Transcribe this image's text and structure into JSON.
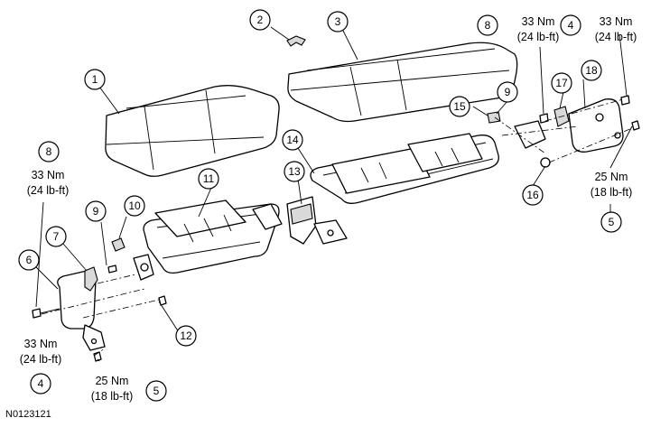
{
  "figure_id": "N0123121",
  "callouts": [
    {
      "id": "c1",
      "label": "1"
    },
    {
      "id": "c2",
      "label": "2"
    },
    {
      "id": "c3",
      "label": "3"
    },
    {
      "id": "c4a",
      "label": "4"
    },
    {
      "id": "c4b",
      "label": "4"
    },
    {
      "id": "c5a",
      "label": "5"
    },
    {
      "id": "c5b",
      "label": "5"
    },
    {
      "id": "c6",
      "label": "6"
    },
    {
      "id": "c7",
      "label": "7"
    },
    {
      "id": "c8a",
      "label": "8"
    },
    {
      "id": "c8b",
      "label": "8"
    },
    {
      "id": "c9a",
      "label": "9"
    },
    {
      "id": "c9b",
      "label": "9"
    },
    {
      "id": "c10",
      "label": "10"
    },
    {
      "id": "c11",
      "label": "11"
    },
    {
      "id": "c12",
      "label": "12"
    },
    {
      "id": "c13",
      "label": "13"
    },
    {
      "id": "c14",
      "label": "14"
    },
    {
      "id": "c15",
      "label": "15"
    },
    {
      "id": "c16",
      "label": "16"
    },
    {
      "id": "c17",
      "label": "17"
    },
    {
      "id": "c18",
      "label": "18"
    }
  ],
  "torque_specs": [
    {
      "id": "t8a",
      "nm": "33 Nm",
      "lbft": "(24 lb-ft)"
    },
    {
      "id": "t8b",
      "nm": "33 Nm",
      "lbft": "(24 lb-ft)"
    },
    {
      "id": "t4a",
      "nm": "33 Nm",
      "lbft": "(24 lb-ft)"
    },
    {
      "id": "t4b",
      "nm": "33 Nm",
      "lbft": "(24 lb-ft)"
    },
    {
      "id": "t5a",
      "nm": "25 Nm",
      "lbft": "(18 lb-ft)"
    },
    {
      "id": "t5b",
      "nm": "25 Nm",
      "lbft": "(18 lb-ft)"
    }
  ]
}
